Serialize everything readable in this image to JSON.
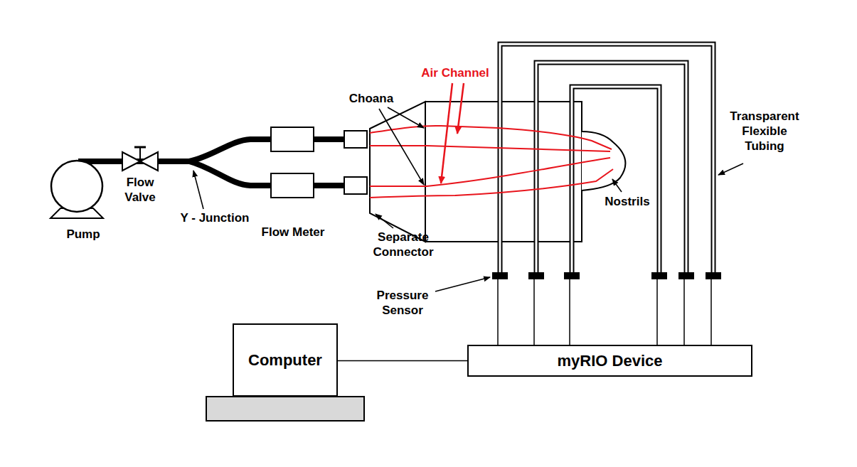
{
  "diagram": {
    "nodes": [
      {
        "text": [
          "Pump"
        ]
      },
      {
        "text": [
          "Computer"
        ]
      },
      {
        "text": [
          "myRIO Device"
        ]
      }
    ],
    "edges": [
      {
        "from": 1,
        "to": 2,
        "arrow": "none"
      }
    ],
    "labels": [
      "Flow Valve",
      "Y - Junction",
      "Flow Meter",
      "Choana",
      "Air Channel",
      "Separate Connector",
      "Nostrils",
      "Transparent Flexible Tubing",
      "Pressure Sensor"
    ]
  }
}
